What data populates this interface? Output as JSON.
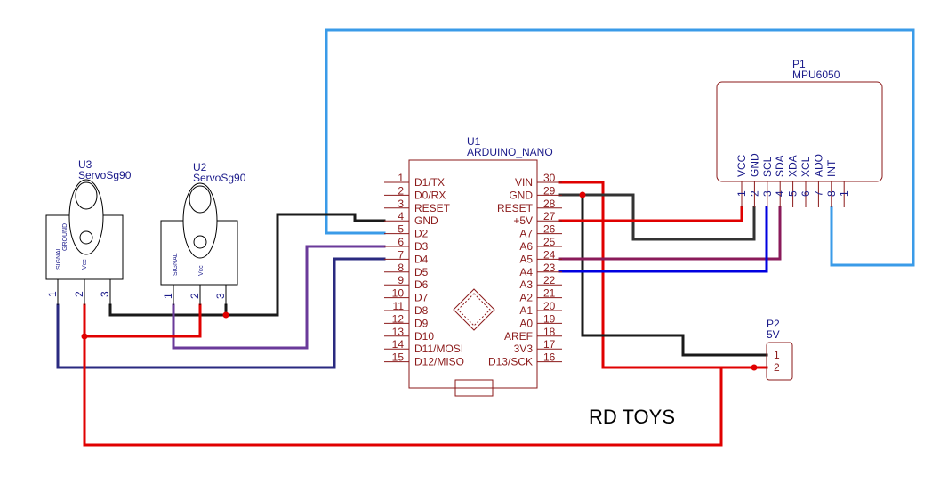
{
  "arduino": {
    "ref": "U1",
    "value": "ARDUINO_NANO",
    "left_pins": [
      {
        "num": "1",
        "name": "D1/TX"
      },
      {
        "num": "2",
        "name": "D0/RX"
      },
      {
        "num": "3",
        "name": "RESET"
      },
      {
        "num": "4",
        "name": "GND"
      },
      {
        "num": "5",
        "name": "D2"
      },
      {
        "num": "6",
        "name": "D3"
      },
      {
        "num": "7",
        "name": "D4"
      },
      {
        "num": "8",
        "name": "D5"
      },
      {
        "num": "9",
        "name": "D6"
      },
      {
        "num": "10",
        "name": "D7"
      },
      {
        "num": "11",
        "name": "D8"
      },
      {
        "num": "12",
        "name": "D9"
      },
      {
        "num": "13",
        "name": "D10"
      },
      {
        "num": "14",
        "name": "D11/MOSI"
      },
      {
        "num": "15",
        "name": "D12/MISO"
      }
    ],
    "right_pins": [
      {
        "num": "30",
        "name": "VIN"
      },
      {
        "num": "29",
        "name": "GND"
      },
      {
        "num": "28",
        "name": "RESET"
      },
      {
        "num": "27",
        "name": "+5V"
      },
      {
        "num": "26",
        "name": "A7"
      },
      {
        "num": "25",
        "name": "A6"
      },
      {
        "num": "24",
        "name": "A5"
      },
      {
        "num": "23",
        "name": "A4"
      },
      {
        "num": "22",
        "name": "A3"
      },
      {
        "num": "21",
        "name": "A2"
      },
      {
        "num": "20",
        "name": "A1"
      },
      {
        "num": "19",
        "name": "A0"
      },
      {
        "num": "18",
        "name": "AREF"
      },
      {
        "num": "17",
        "name": "3V3"
      },
      {
        "num": "16",
        "name": "D13/SCK"
      }
    ]
  },
  "mpu": {
    "ref": "P1",
    "value": "MPU6050",
    "pins": [
      {
        "num": "1",
        "name": "VCC"
      },
      {
        "num": "2",
        "name": "GND"
      },
      {
        "num": "3",
        "name": "SCL"
      },
      {
        "num": "4",
        "name": "SDA"
      },
      {
        "num": "5",
        "name": "XDA"
      },
      {
        "num": "6",
        "name": "XCL"
      },
      {
        "num": "7",
        "name": "ADO"
      },
      {
        "num": "8",
        "name": "INT"
      },
      {
        "num": "1",
        "name": ""
      }
    ]
  },
  "servo_u3": {
    "ref": "U3",
    "value": "ServoSg90",
    "pin_labels": [
      "SIGNAL",
      "GROUND",
      "Vcc"
    ],
    "pins": [
      "1",
      "2",
      "3"
    ]
  },
  "servo_u2": {
    "ref": "U2",
    "value": "ServoSg90",
    "pin_labels": [
      "SIGNAL",
      "Vcc"
    ],
    "pins": [
      "1",
      "2",
      "3"
    ]
  },
  "power": {
    "ref": "P2",
    "value": "5V",
    "pins": [
      "1",
      "2"
    ]
  },
  "brand": "RD TOYS",
  "colors": {
    "symbol": "#8b1a1a",
    "text_blue": "#1a1a8a",
    "wire_red": "#e00000",
    "wire_black": "#1a1a1a",
    "wire_darkgray": "#333333",
    "wire_lightblue": "#3a9be8",
    "wire_blue": "#0000e0",
    "wire_navy": "#2a2a80",
    "wire_purple": "#6a3a9a",
    "wire_magenta": "#8a1a5a"
  }
}
